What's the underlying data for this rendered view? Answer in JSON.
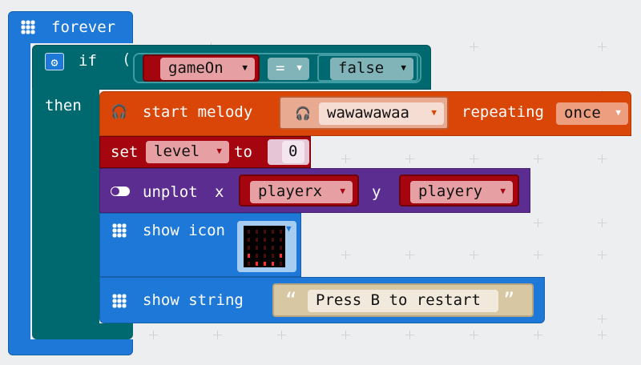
{
  "colors": {
    "basic": "#1e78d8",
    "logic": "#006970",
    "music": "#d94608",
    "variables": "#a4050f",
    "led": "#5c2d91",
    "text": "#d8c7a3",
    "bg": "#eceef0"
  },
  "forever": {
    "label": "forever",
    "icon": "grid-icon"
  },
  "if_block": {
    "if_label": "if",
    "then_label": "then",
    "icon": "gear-icon"
  },
  "condition": {
    "left_var": "gameOn",
    "operator": "=",
    "right_value": "false"
  },
  "melody": {
    "label": "start melody",
    "tune": "wawawawaa",
    "repeat_label": "repeating",
    "repeat_value": "once",
    "icon": "headphones-icon"
  },
  "set_var": {
    "label": "set",
    "var": "level",
    "to_label": "to",
    "value": "0"
  },
  "unplot": {
    "label": "unplot",
    "x_label": "x",
    "x_var": "playerx",
    "y_label": "y",
    "y_var": "playery",
    "icon": "toggle-icon"
  },
  "show_icon": {
    "label": "show icon",
    "icon": "grid-icon"
  },
  "show_string": {
    "label": "show string",
    "open_quote": "“",
    "value": "Press B to restart",
    "close_quote": "”",
    "icon": "grid-icon"
  }
}
